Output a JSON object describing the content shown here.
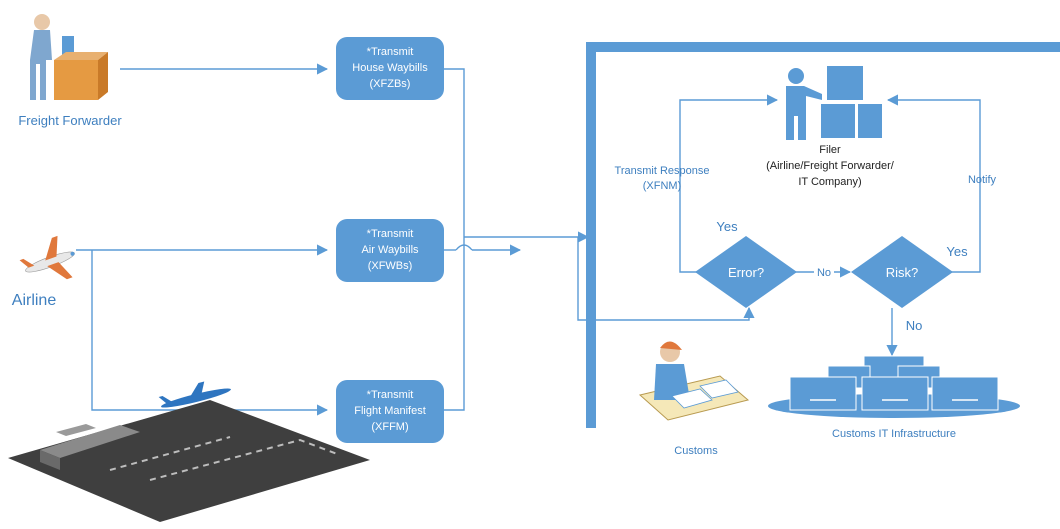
{
  "colors": {
    "accent": "#5b9bd5",
    "box_fill": "#5b9bd5",
    "box_text": "#ffffff",
    "line": "#5b9bd5",
    "label_text": "#3e7fbf",
    "dark_text": "#222222",
    "ground": "#3f3f3f"
  },
  "actors": {
    "freight_forwarder": "Freight Forwarder",
    "airline": "Airline",
    "customs": "Customs",
    "customs_it": "Customs IT Infrastructure"
  },
  "transmit_boxes": [
    {
      "line1": "*Transmit",
      "line2": "House Waybills",
      "line3": "(XFZBs)"
    },
    {
      "line1": "*Transmit",
      "line2": "Air Waybills",
      "line3": "(XFWBs)"
    },
    {
      "line1": "*Transmit",
      "line2": "Flight Manifest",
      "line3": "(XFFM)"
    }
  ],
  "filer": {
    "title": "Filer",
    "line2": "(Airline/Freight Forwarder/",
    "line3": "IT Company)"
  },
  "decisions": {
    "error": "Error?",
    "risk": "Risk?"
  },
  "flow_labels": {
    "transmit_response_1": "Transmit Response",
    "transmit_response_2": "(XFNM)",
    "notify": "Notify",
    "yes_error": "Yes",
    "yes_risk": "Yes",
    "no_between": "No",
    "no_down": "No"
  },
  "icons": {
    "freight_forwarder": "person-with-box-icon",
    "airline": "airplane-icon",
    "airport": "airport-icon",
    "filer": "person-with-boxes-icon",
    "customs": "customs-officer-icon",
    "it_infrastructure": "server-rack-icon"
  }
}
